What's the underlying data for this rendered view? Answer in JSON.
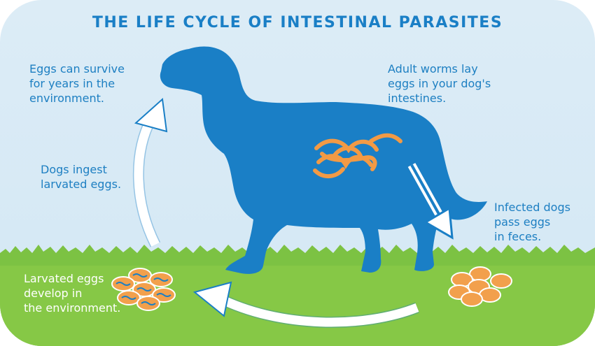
{
  "title": "THE LIFE CYCLE OF INTESTINAL PARASITES",
  "steps": {
    "eggs_survive": [
      "Eggs can survive",
      "for years in the",
      "environment."
    ],
    "adult_worms": [
      "Adult worms lay",
      "eggs in your dog's",
      "intestines."
    ],
    "infected_dogs": [
      "Infected dogs",
      "pass eggs",
      "in feces."
    ],
    "larvated_develop": [
      "Larvated eggs",
      "develop in",
      "the environment."
    ],
    "dogs_ingest": [
      "Dogs ingest",
      "larvated eggs."
    ]
  },
  "colors": {
    "sky": "#d6e9f5",
    "grass": "#7cc243",
    "dog": "#1a7fc6",
    "worm": "#f29a45",
    "egg": "#f2a04c",
    "text": "#1d7fc2"
  }
}
